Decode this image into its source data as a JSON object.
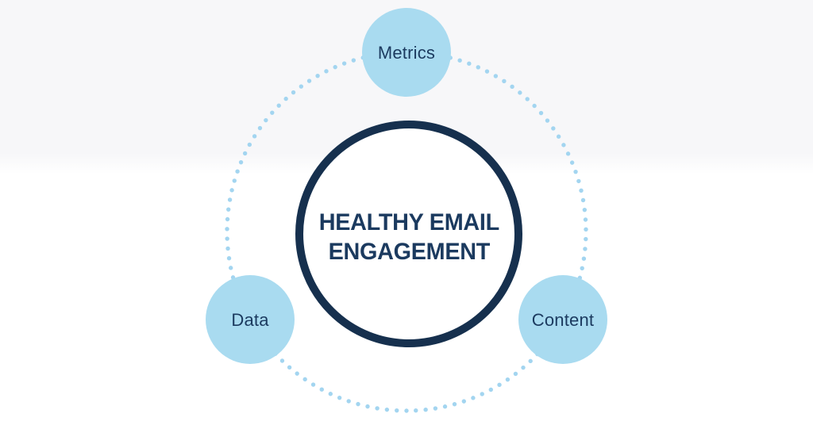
{
  "diagram": {
    "center": {
      "line1": "HEALTHY EMAIL",
      "line2": "ENGAGEMENT"
    },
    "nodes": [
      {
        "id": "metrics",
        "label": "Metrics",
        "position": "top"
      },
      {
        "id": "data",
        "label": "Data",
        "position": "bottom-left"
      },
      {
        "id": "content",
        "label": "Content",
        "position": "bottom-right"
      }
    ],
    "colors": {
      "center_ring": "#16304e",
      "text_navy": "#1b3a5f",
      "node_fill": "#a9dbf0",
      "dotted_ring": "#a3d5f0",
      "background_top": "#f7f7f9",
      "background_bottom": "#ffffff"
    }
  }
}
